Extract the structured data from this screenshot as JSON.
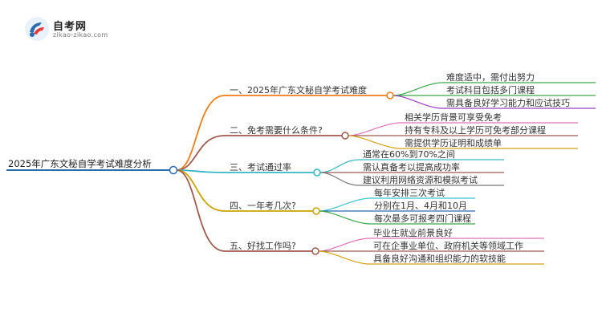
{
  "logo": {
    "name": "自考网",
    "domain": "zikao-zikao.com"
  },
  "root": {
    "label": "2025年广东文秘自学考试难度分析",
    "color": "#2b6cb0"
  },
  "branches": [
    {
      "label": "一、2025年广东文秘自学考试难度",
      "color": "#f07d1a",
      "children": [
        {
          "label": "难度适中，需付出努力",
          "color": "#3aa84a"
        },
        {
          "label": "考试科目包括多门课程",
          "color": "#3aa84a"
        },
        {
          "label": "需具备良好学习能力和应试技巧",
          "color": "#9b3fbf"
        }
      ]
    },
    {
      "label": "二、免考需要什么条件?",
      "color": "#a05a4e",
      "children": [
        {
          "label": "相关学历背景可享受免考",
          "color": "#e070b8"
        },
        {
          "label": "持有专科及以上学历可免考部分课程",
          "color": "#a05a4e"
        },
        {
          "label": "需提供学历证明和成绩单",
          "color": "#d4a017"
        }
      ]
    },
    {
      "label": "三、考试通过率",
      "color": "#36b6c4",
      "children": [
        {
          "label": "通常在60%到70%之间",
          "color": "#36b6c4"
        },
        {
          "label": "需认真备考以提高成功率",
          "color": "#a05a4e"
        },
        {
          "label": "建议利用网络资源和模拟考试",
          "color": "#777777"
        }
      ]
    },
    {
      "label": "四、一年考几次?",
      "color": "#c9a400",
      "children": [
        {
          "label": "每年安排三次考试",
          "color": "#36c4d4"
        },
        {
          "label": "分别在1月、4月和10月",
          "color": "#2b6cb0"
        },
        {
          "label": "每次最多可报考四门课程",
          "color": "#3aa84a"
        }
      ]
    },
    {
      "label": "五、好找工作吗?",
      "color": "#a05a4e",
      "children": [
        {
          "label": "毕业生就业前景良好",
          "color": "#e070b8"
        },
        {
          "label": "可在企事业单位、政府机关等领域工作",
          "color": "#a05a4e"
        },
        {
          "label": "具备良好沟通和组织能力的软技能",
          "color": "#d4a017"
        }
      ]
    }
  ]
}
